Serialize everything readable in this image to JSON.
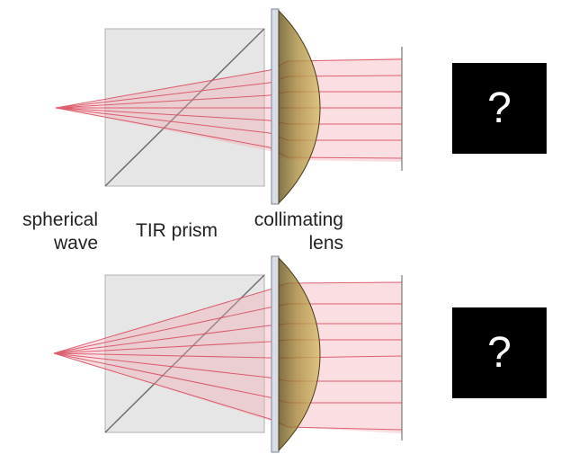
{
  "labels": {
    "spherical_wave_line1": "spherical",
    "spherical_wave_line2": "wave",
    "tir_prism": "TIR prism",
    "collimating_line1": "collimating",
    "collimating_line2": "lens"
  },
  "unknown_outputs": [
    "?",
    "?"
  ],
  "colors": {
    "prism_fill": "#e5e5e5",
    "prism_edge": "#a9a9a9",
    "prism_diagonal": "#6b6b6b",
    "lens_dark": "#6e5a1e",
    "lens_light": "#c9a950",
    "plate": "#8f98a8",
    "ray": "#d7495a",
    "beam": "#f0a8b4",
    "box": "#000000"
  }
}
